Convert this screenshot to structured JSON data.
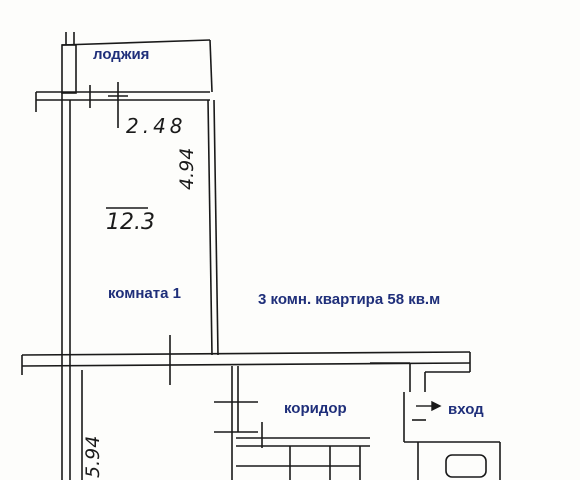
{
  "labels": {
    "loggia": "лоджия",
    "room1": "комната 1",
    "apartment": "3 комн. квартира 58 кв.м",
    "corridor": "коридор",
    "entrance": "вход"
  },
  "dimensions": {
    "loggia_width": "2.48",
    "room_depth": "4.94",
    "room_area": "12.3",
    "lower_depth": "5.94"
  },
  "colors": {
    "label_text": "#1f2f7a",
    "wall_line": "#1a1a1a",
    "background": "#fdfdfb"
  }
}
